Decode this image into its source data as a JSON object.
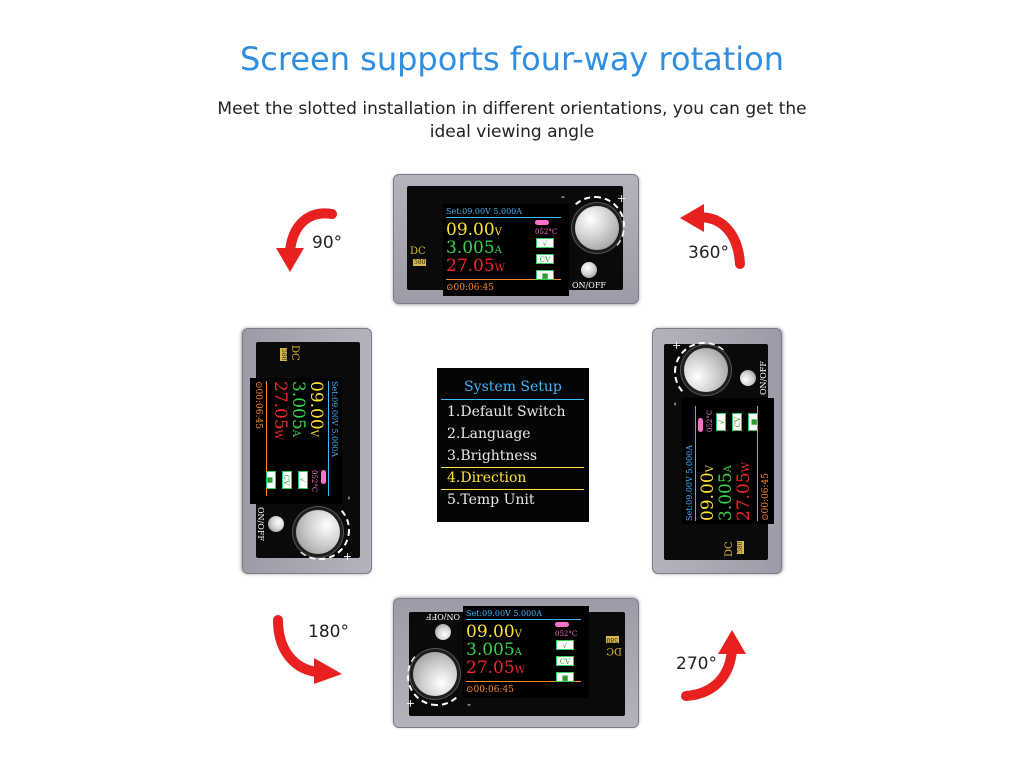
{
  "title": "Screen supports four-way rotation",
  "subtitle": "Meet the slotted installation in different orientations, you can get the ideal viewing angle",
  "colors": {
    "title": "#2f8ee0",
    "arrow": "#e8201f",
    "panel": "#a8a8b3",
    "screen": "#000000",
    "voltage": "#ffe332",
    "current": "#37d34b",
    "power": "#f0282c",
    "menu_title": "#3fb6ff"
  },
  "device": {
    "set_line": "Set:09.00V 5.000A",
    "voltage": "09.00",
    "voltage_unit": "V",
    "current": "3.005",
    "current_unit": "A",
    "power": "27.05",
    "power_unit": "W",
    "time": "00:06:45",
    "temperature": "052°C",
    "check_badge": "√",
    "mode_badge": "CV",
    "output_badge": "■",
    "dc_label": "DC",
    "model_label": "580",
    "onoff_label": "ON/OFF",
    "plus": "+",
    "minus": "-",
    "clock_icon": "clock-icon"
  },
  "menu": {
    "title": "System Setup",
    "items": [
      "1.Default Switch",
      "2.Language",
      "3.Brightness",
      "4.Direction",
      "5.Temp Unit"
    ],
    "selected_index": 3
  },
  "rotations": {
    "top_left": "90°",
    "top_right": "360°",
    "bottom_left": "180°",
    "bottom_right": "270°"
  }
}
